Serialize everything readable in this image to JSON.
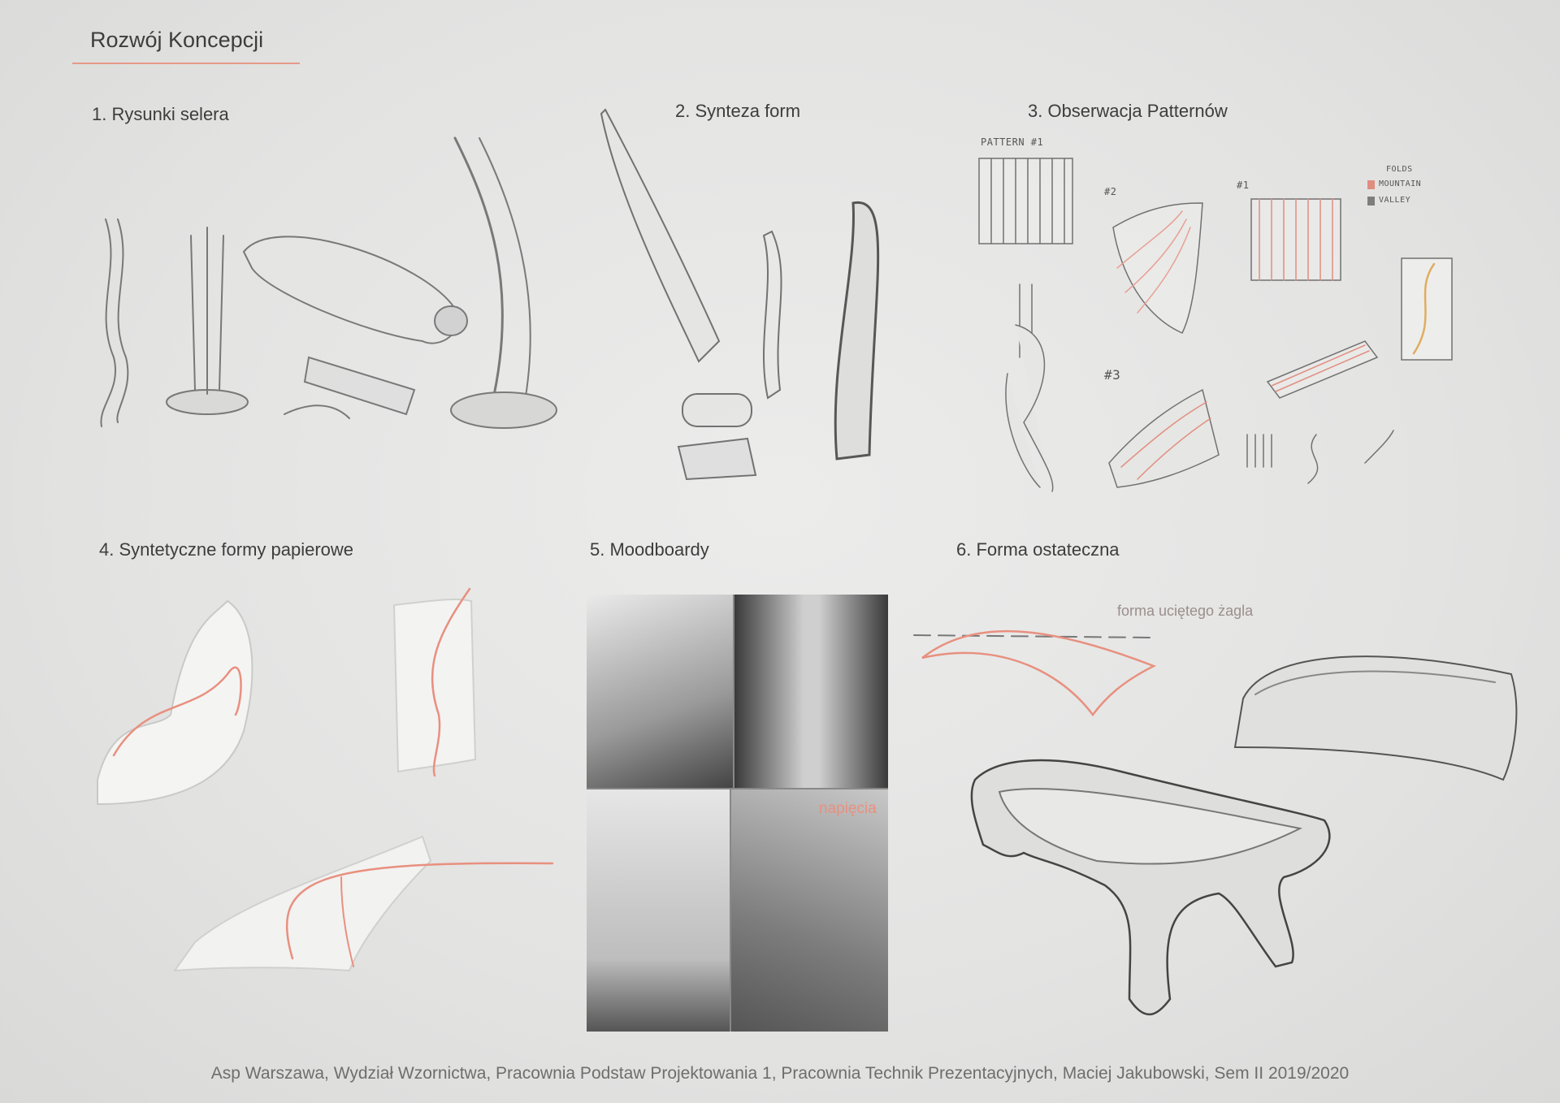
{
  "board": {
    "title": "Rozwój Koncepcji",
    "accent_color": "#e59a88",
    "sections": [
      {
        "label": "1. Rysunki selera"
      },
      {
        "label": "2. Synteza form"
      },
      {
        "label": "3. Obserwacja Patternów"
      },
      {
        "label": "4. Syntetyczne formy papierowe"
      },
      {
        "label": "5. Moodboardy"
      },
      {
        "label": "6. Forma ostateczna"
      }
    ],
    "pattern_notes": {
      "pattern1": "PATTERN #1",
      "num2": "#2",
      "num1": "#1",
      "num3": "#3",
      "legend_title": "FOLDS",
      "legend_mountain": "MOUNTAIN",
      "legend_valley": "VALLEY"
    },
    "moodboard_note": "napięcia",
    "final_note": "forma uciętego żagla",
    "footer": "Asp Warszawa, Wydział Wzornictwa, Pracownia Podstaw Projektowania 1, Pracownia Technik Prezentacyjnych, Maciej Jakubowski,  Sem II 2019/2020"
  }
}
